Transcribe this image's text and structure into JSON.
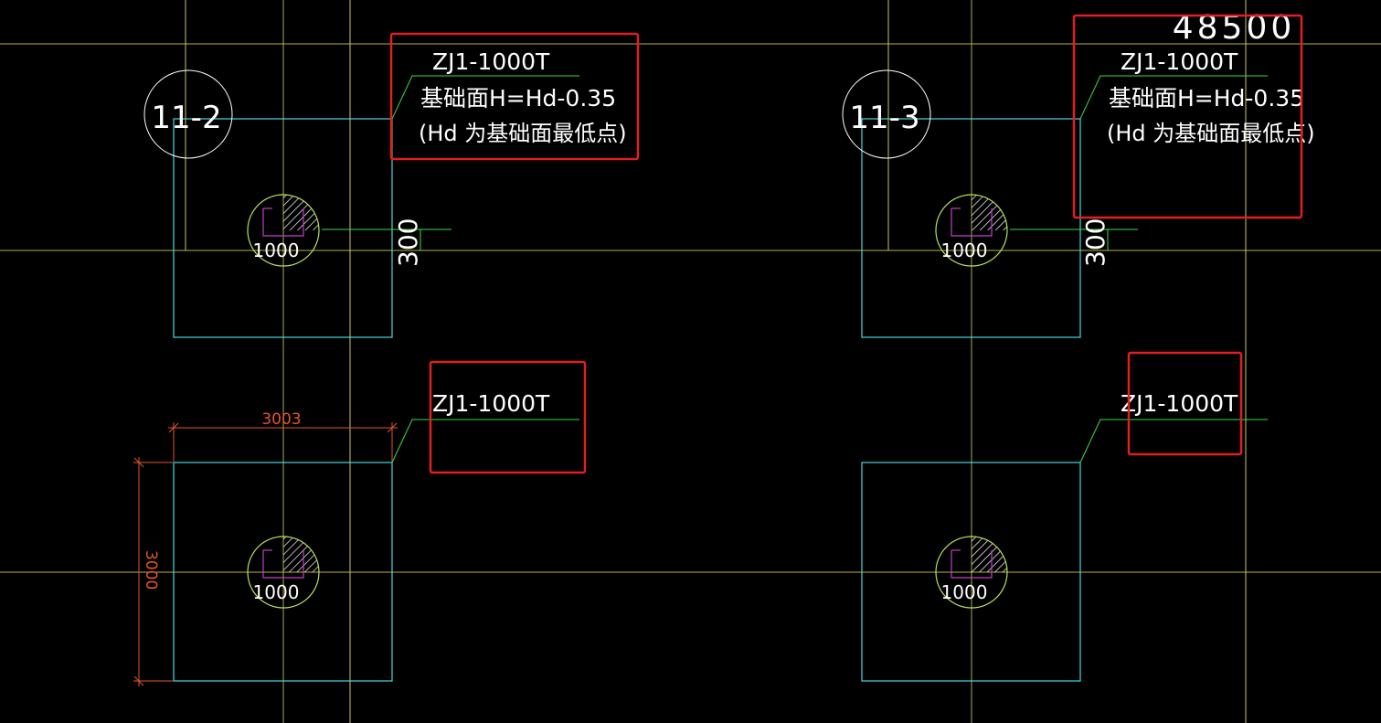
{
  "drawing": {
    "colors": {
      "background": "#000000",
      "grid": "#b8b23a",
      "grid_vertical": "#c8c860",
      "footing": "#46d8e0",
      "leader": "#3ddc3d",
      "pile_circle": "#b6e05a",
      "pile_mark": "#c040c8",
      "dimension": "#e2562a",
      "text": "#ffffff",
      "highlight": "#e02020"
    },
    "grid_labels": {
      "left": "11-2",
      "right": "11-3"
    },
    "top_dimension_value": "48500",
    "pile_diameter_label": "1000",
    "pile_offset_dimension": "300",
    "footing_width_dimension": "3003",
    "footing_height_dimension": "3000",
    "callouts": {
      "top_left": {
        "title": "ZJ1-1000T",
        "line1": "基础面H=Hd-0.35",
        "line2": "(Hd 为基础面最低点)"
      },
      "top_right": {
        "title": "ZJ1-1000T",
        "line1": "基础面H=Hd-0.35",
        "line2": "(Hd 为基础面最低点)"
      },
      "bottom_left": {
        "title": "ZJ1-1000T"
      },
      "bottom_right": {
        "title": "ZJ1-1000T"
      }
    }
  }
}
